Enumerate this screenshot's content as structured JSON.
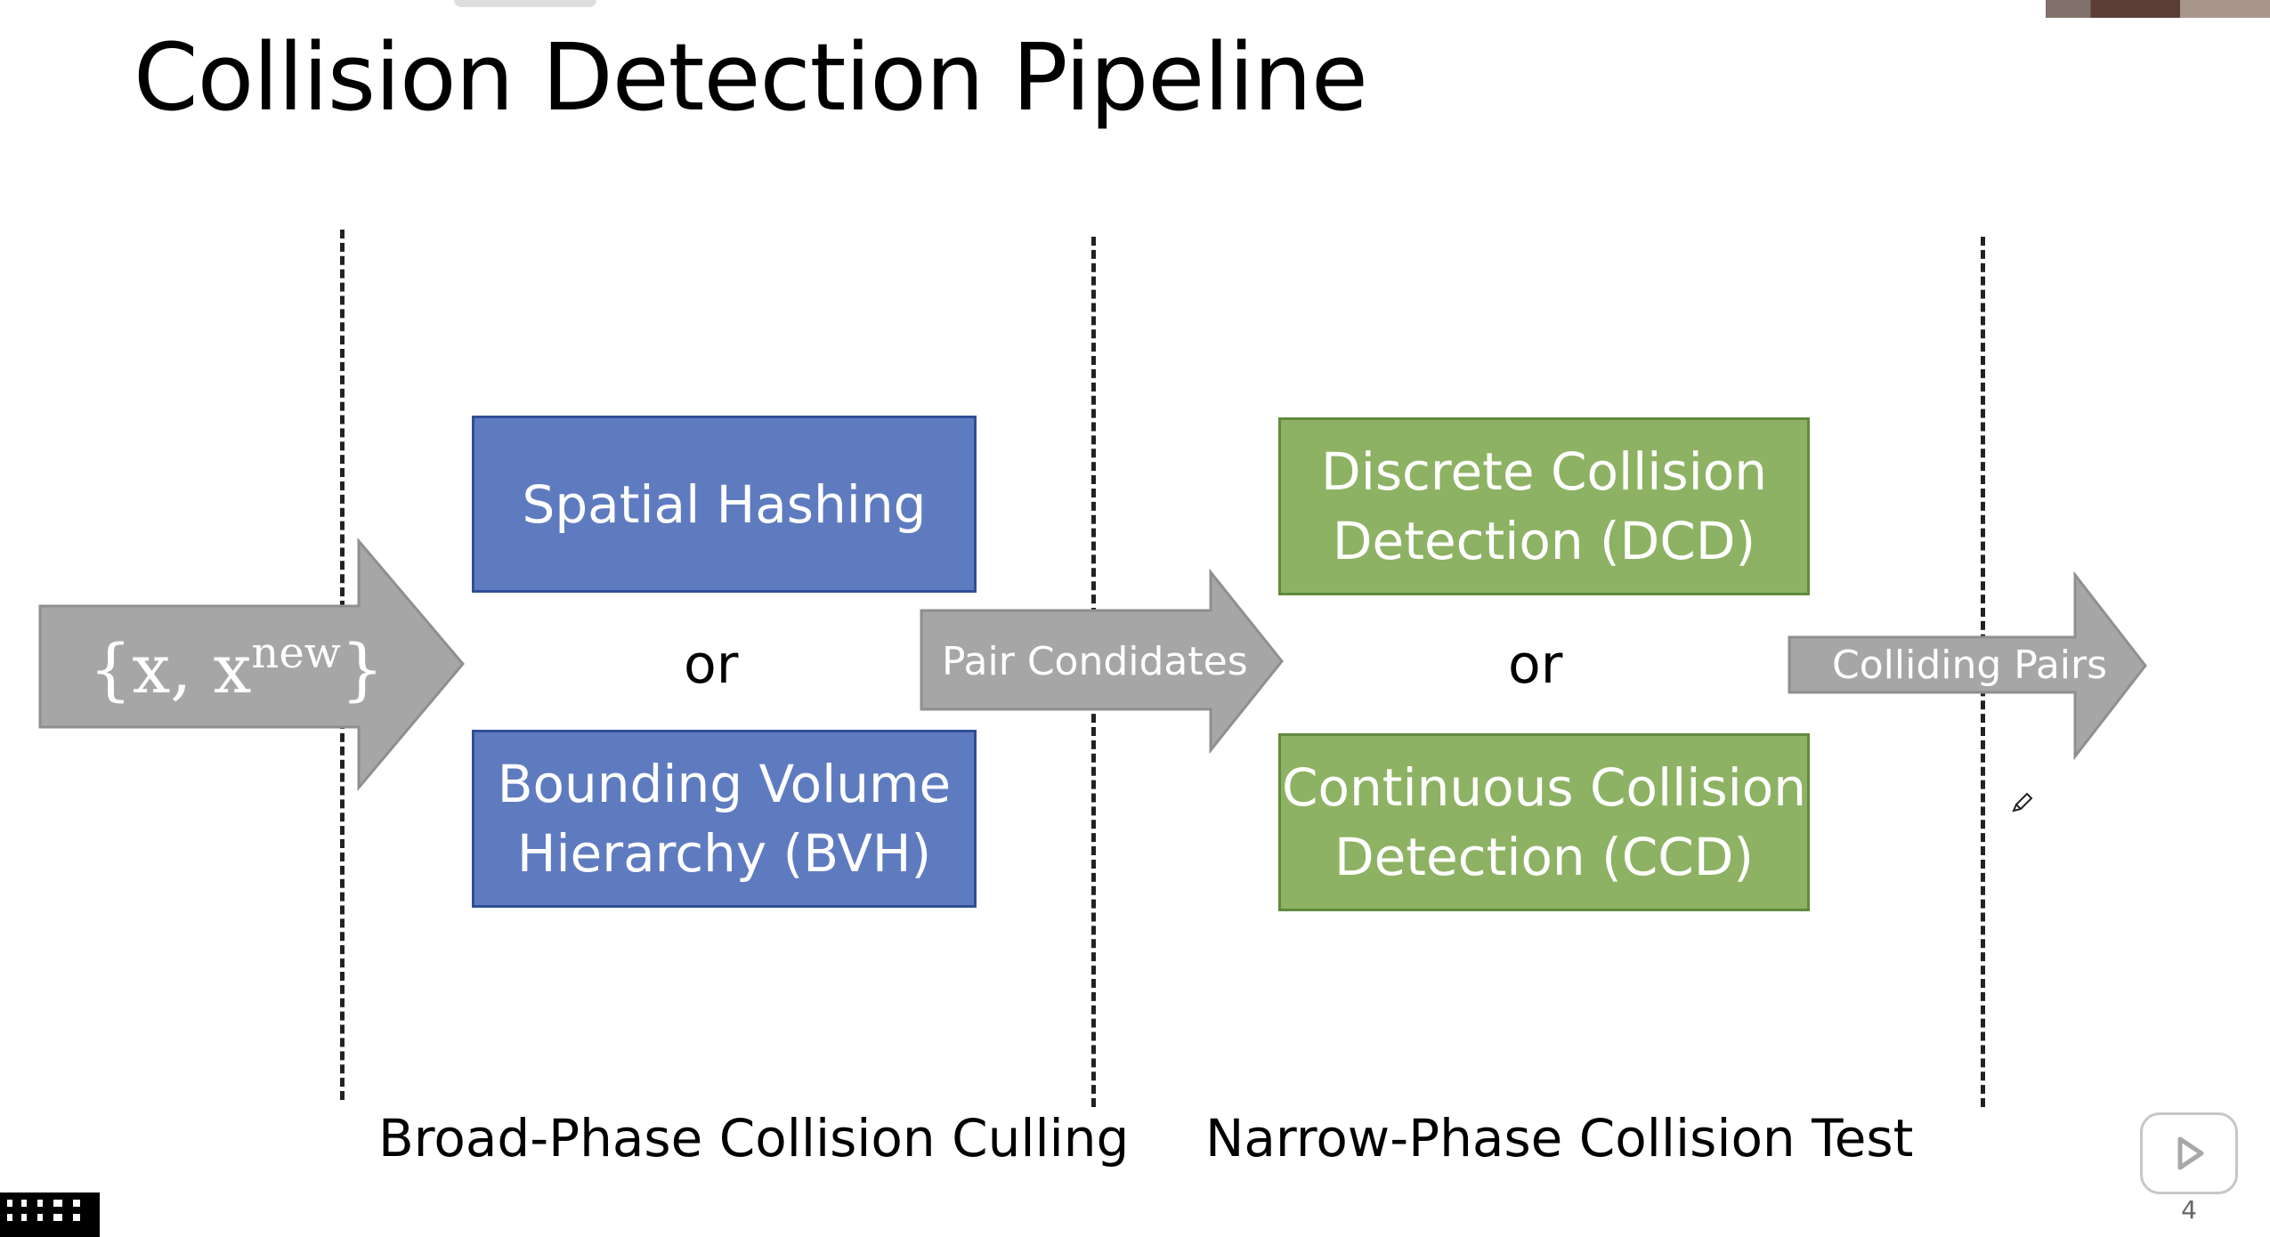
{
  "slide": {
    "title": "Collision Detection Pipeline",
    "page_number": "4"
  },
  "diagram": {
    "input_label": "{x, x",
    "input_superscript": "new",
    "input_closing": "}",
    "pair_candidates": "Pair Condidates",
    "colliding_pairs": "Colliding Pairs",
    "broad_phase": {
      "title": "Broad-Phase Collision Culling",
      "methods": [
        "Spatial Hashing",
        "Bounding Volume\nHierarchy (BVH)"
      ],
      "separator": "or"
    },
    "narrow_phase": {
      "title": "Narrow-Phase Collision Test",
      "methods": [
        "Discrete Collision\nDetection (DCD)",
        "Continuous Collision\nDetection (CCD)"
      ],
      "separator": "or"
    }
  },
  "colors": {
    "blue_box": "#5f7bc0",
    "green_box": "#8db263",
    "arrow": "#a6a6a6",
    "dashed_line": "#222222"
  },
  "icons": {
    "pen": "pen-icon",
    "play": "play-icon",
    "qr": "qr-code-icon"
  }
}
